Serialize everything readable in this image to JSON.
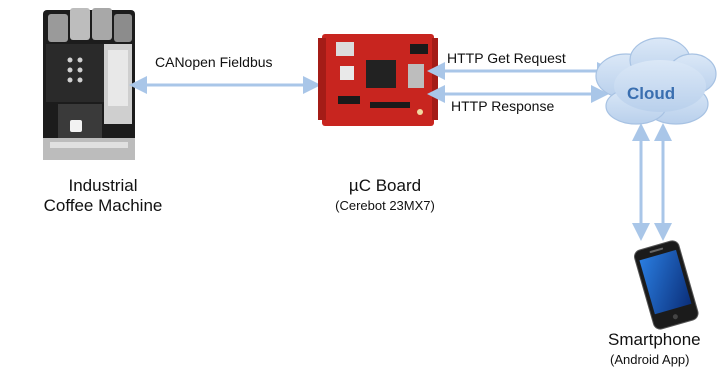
{
  "diagram": {
    "links": {
      "fieldbus": "CANopen Fieldbus",
      "get_request": "HTTP Get Request",
      "response": "HTTP Response"
    },
    "nodes": {
      "coffee_machine": {
        "line1": "Industrial",
        "line2": "Coffee Machine"
      },
      "board": {
        "title": "µC Board",
        "subtitle": "(Cerebot 23MX7)"
      },
      "cloud": {
        "label": "Cloud"
      },
      "smartphone": {
        "title": "Smartphone",
        "subtitle": "(Android App)"
      }
    },
    "colors": {
      "arrow": "#a9c6e8",
      "cloud_fill": "#c9ddf2",
      "cloud_text": "#3a6fb0",
      "board_red": "#c8251f"
    }
  }
}
